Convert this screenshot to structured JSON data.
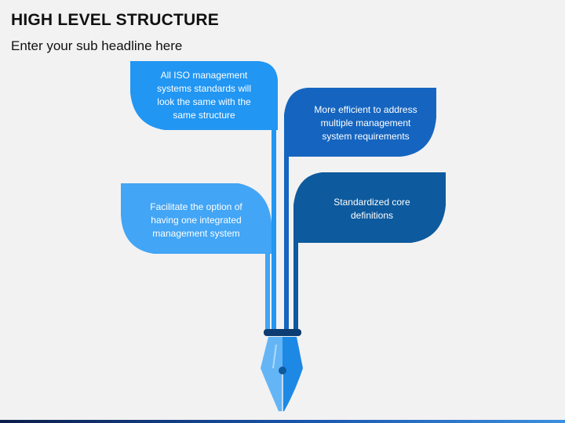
{
  "header": {
    "title": "HIGH LEVEL STRUCTURE",
    "subtitle": "Enter your sub headline here"
  },
  "leaves": [
    {
      "text": "All ISO management systems standards will look the same with the same structure",
      "color": "#2196f3"
    },
    {
      "text": "More efficient to address multiple management system requirements",
      "color": "#1565c0"
    },
    {
      "text": "Facilitate the option of having one integrated management system",
      "color": "#42a5f5"
    },
    {
      "text": "Standardized core definitions",
      "color": "#0d5a9e"
    }
  ],
  "colors": {
    "background": "#f2f2f2",
    "pen_light": "#64b5f6",
    "pen_dark": "#1e88e5",
    "pen_ring": "#0d3c73"
  },
  "icons": [
    "fountain-pen-icon"
  ]
}
